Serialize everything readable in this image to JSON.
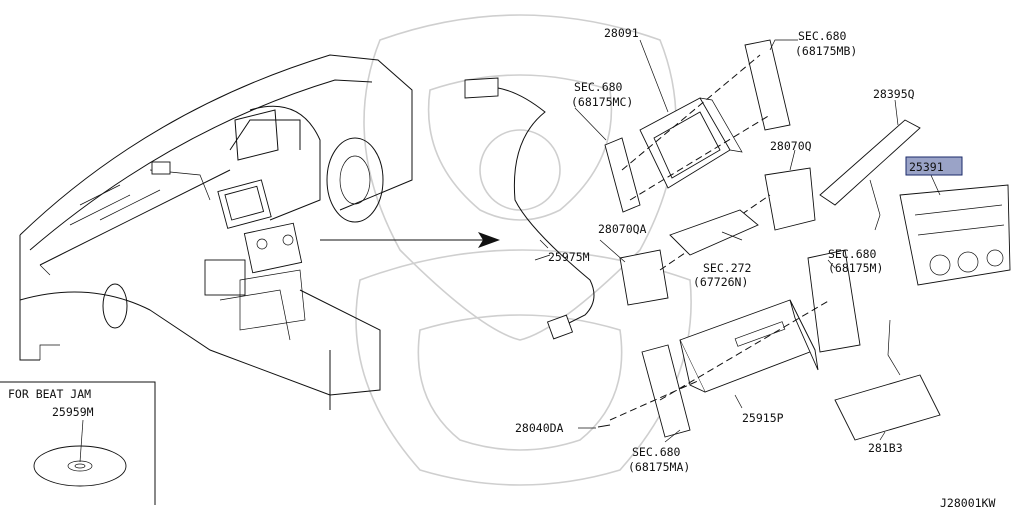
{
  "diagram_id": "J28001KW",
  "inset": {
    "title": "FOR BEAT JAM",
    "part": "25959M"
  },
  "highlighted_part": "25391",
  "labels": {
    "p28091": "28091",
    "sec680_mb_a": "SEC.680",
    "sec680_mb_b": "(68175MB)",
    "sec680_mc_a": "SEC.680",
    "sec680_mc_b": "(68175MC)",
    "p28395q": "28395Q",
    "p28070q": "28070Q",
    "p28070qa": "28070QA",
    "p25975m": "25975M",
    "sec272_a": "SEC.272",
    "sec272_b": "(67726N)",
    "sec680_m_a": "SEC.680",
    "sec680_m_b": "(68175M)",
    "p28040da": "28040DA",
    "p25915p": "25915P",
    "sec680_ma_a": "SEC.680",
    "sec680_ma_b": "(68175MA)",
    "p281b3": "281B3"
  }
}
